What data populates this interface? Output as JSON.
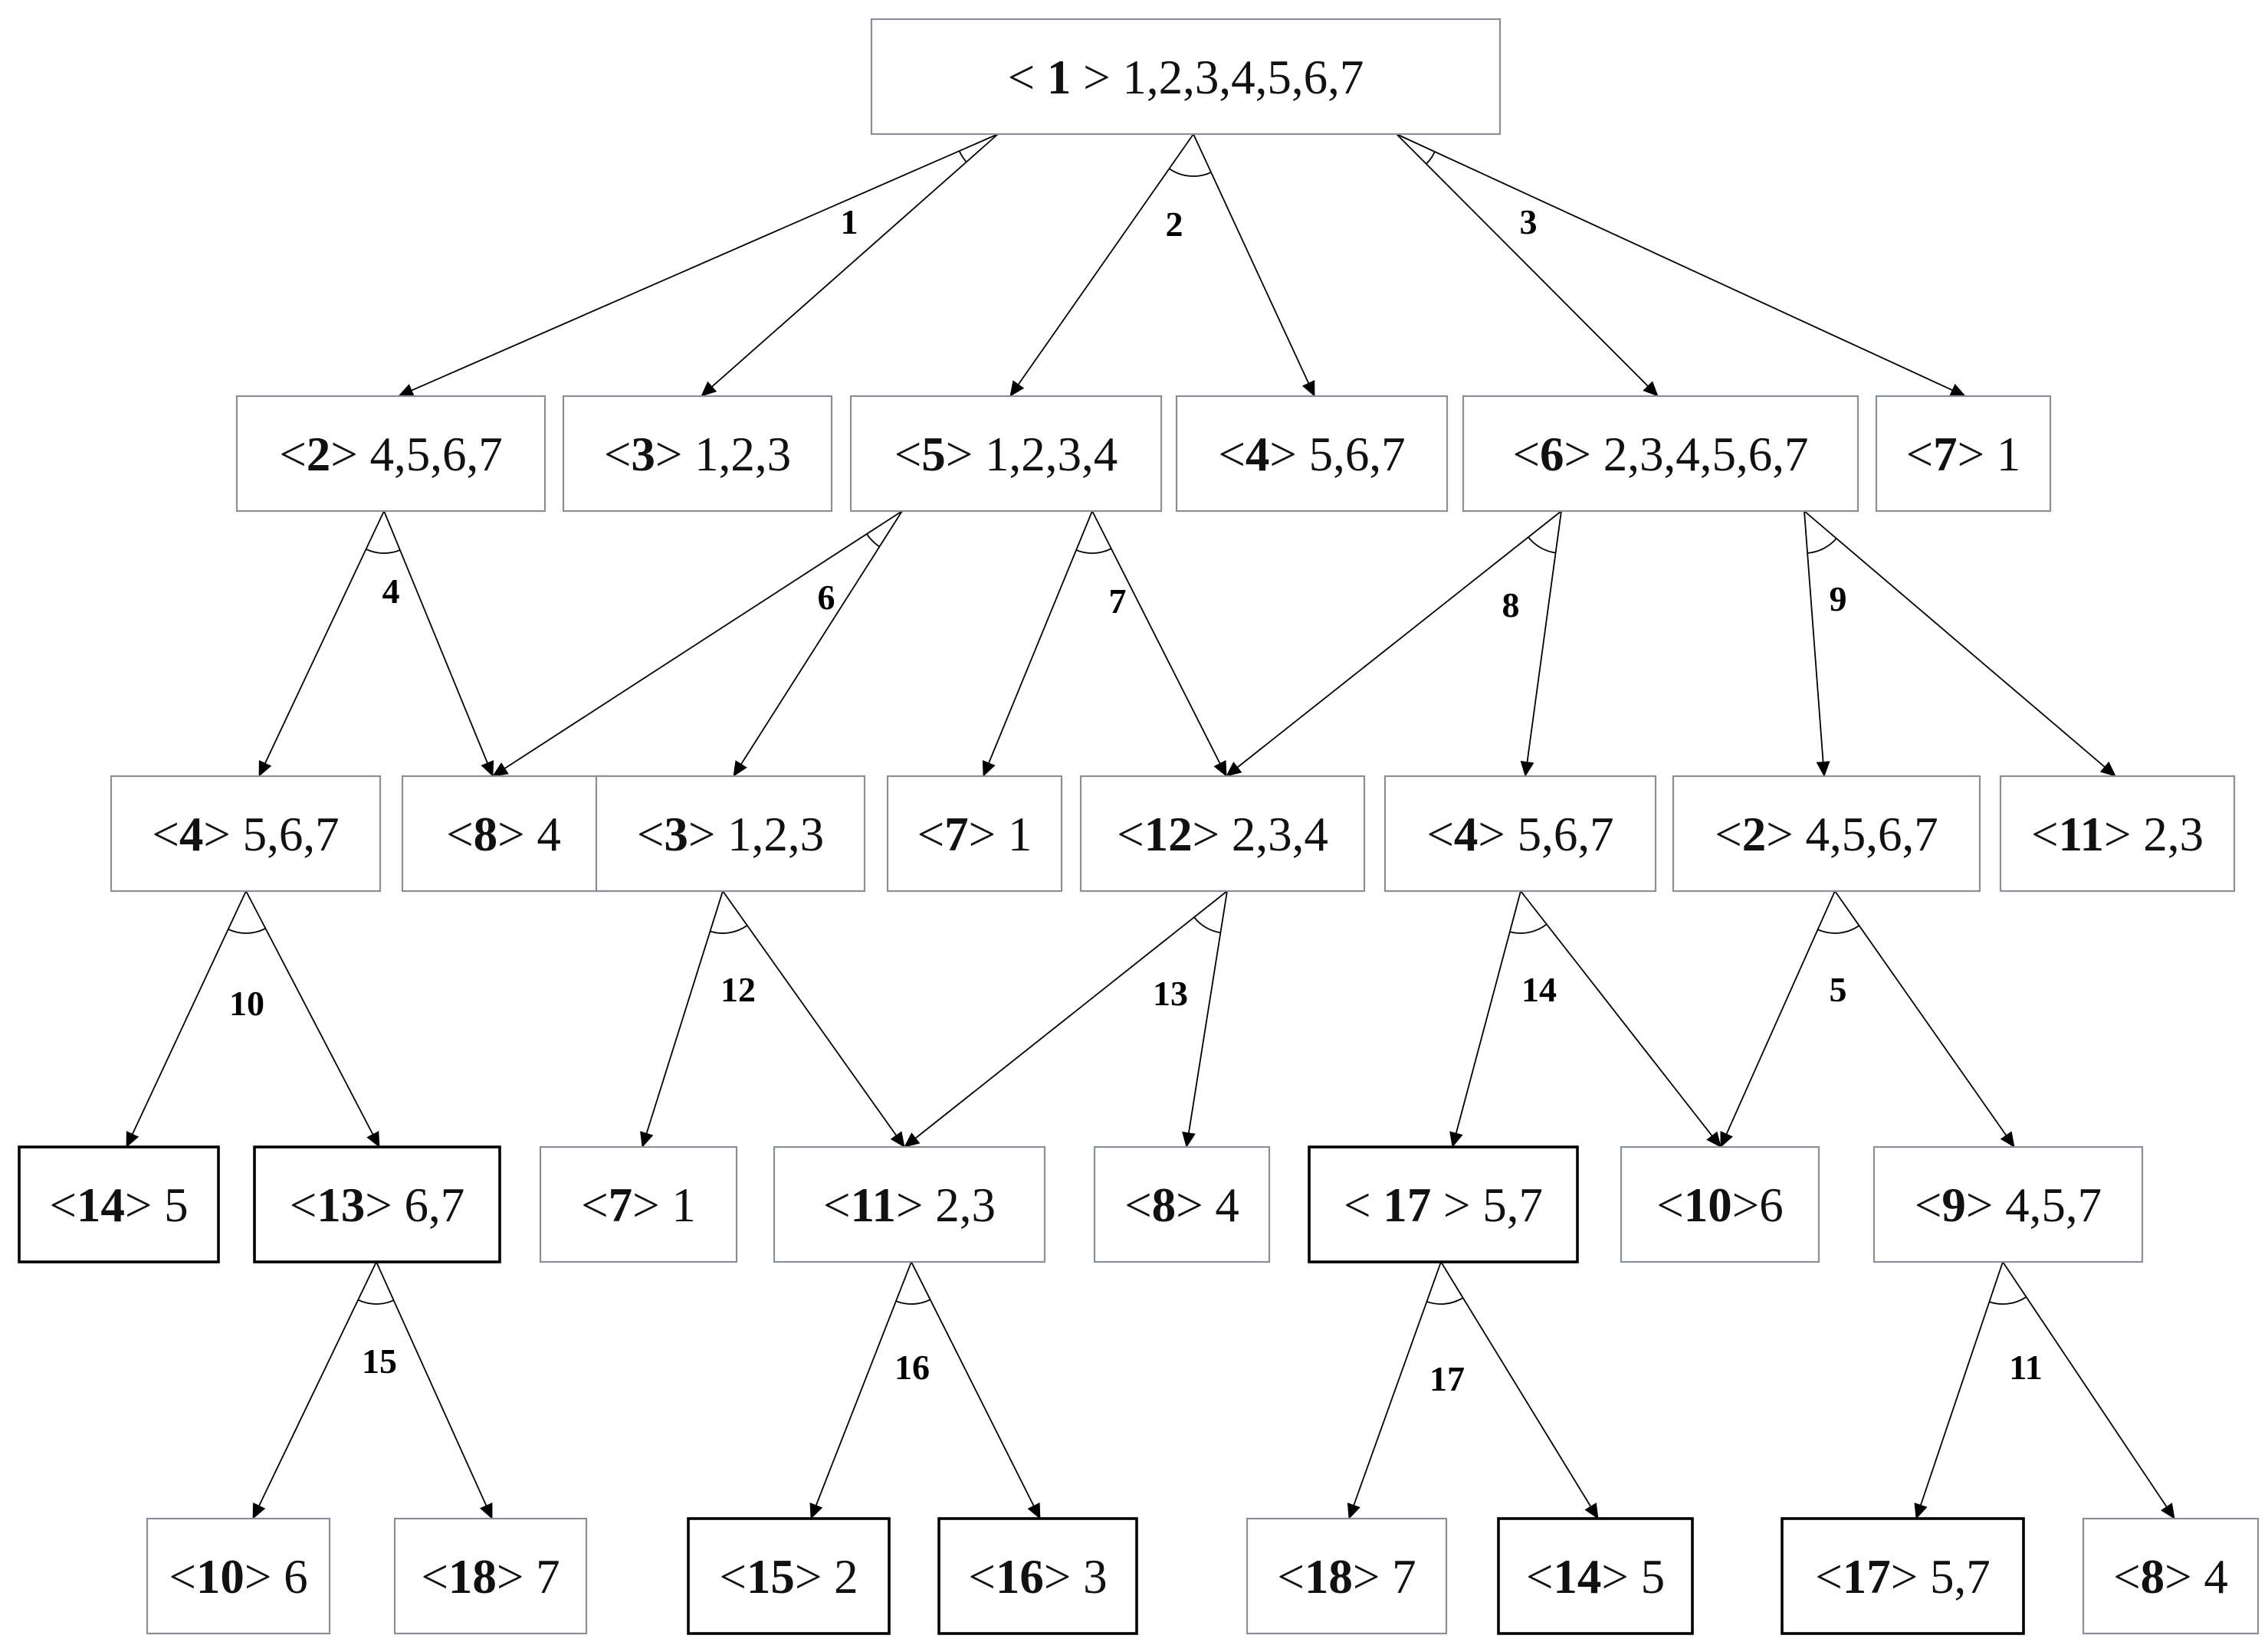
{
  "diagram": {
    "nodes": [
      {
        "key": "n1",
        "id": "1",
        "items": "1,2,3,4,5,6,7",
        "spaced": true,
        "terminal": false
      },
      {
        "key": "n2a",
        "id": "2",
        "items": "4,5,6,7",
        "terminal": false
      },
      {
        "key": "n3a",
        "id": "3",
        "items": "1,2,3",
        "terminal": false
      },
      {
        "key": "n5",
        "id": "5",
        "items": "1,2,3,4",
        "terminal": false
      },
      {
        "key": "n4a",
        "id": "4",
        "items": "5,6,7",
        "terminal": false
      },
      {
        "key": "n6",
        "id": "6",
        "items": "2,3,4,5,6,7",
        "terminal": false
      },
      {
        "key": "n7a",
        "id": "7",
        "items": "1",
        "terminal": false
      },
      {
        "key": "n4b",
        "id": "4",
        "items": "5,6,7",
        "terminal": false
      },
      {
        "key": "n8a",
        "id": "8",
        "items": "4",
        "terminal": false
      },
      {
        "key": "n3b",
        "id": "3",
        "items": "1,2,3",
        "terminal": false
      },
      {
        "key": "n7b",
        "id": "7",
        "items": "1",
        "terminal": false
      },
      {
        "key": "n12",
        "id": "12",
        "items": "2,3,4",
        "terminal": false
      },
      {
        "key": "n4c",
        "id": "4",
        "items": "5,6,7",
        "terminal": false
      },
      {
        "key": "n2b",
        "id": "2",
        "items": "4,5,6,7",
        "terminal": false
      },
      {
        "key": "n11a",
        "id": "11",
        "items": "2,3",
        "terminal": false
      },
      {
        "key": "n14a",
        "id": "14",
        "items": "5",
        "terminal": true
      },
      {
        "key": "n13",
        "id": "13",
        "items": "6,7",
        "terminal": true
      },
      {
        "key": "n7c",
        "id": "7",
        "items": "1",
        "terminal": false
      },
      {
        "key": "n11b",
        "id": "11",
        "items": "2,3",
        "terminal": false
      },
      {
        "key": "n8b",
        "id": "8",
        "items": "4",
        "terminal": false
      },
      {
        "key": "n17a",
        "id": "17",
        "items": "5,7",
        "spaced": true,
        "terminal": true
      },
      {
        "key": "n10a",
        "id": "10",
        "items": "6",
        "nogap": true,
        "terminal": false
      },
      {
        "key": "n9",
        "id": "9",
        "items": "4,5,7",
        "terminal": false
      },
      {
        "key": "n10b",
        "id": "10",
        "items": "6",
        "terminal": false
      },
      {
        "key": "n18a",
        "id": "18",
        "items": "7",
        "terminal": false
      },
      {
        "key": "n15",
        "id": "15",
        "items": "2",
        "terminal": true
      },
      {
        "key": "n16",
        "id": "16",
        "items": "3",
        "terminal": true
      },
      {
        "key": "n18b",
        "id": "18",
        "items": "7",
        "terminal": false
      },
      {
        "key": "n14b",
        "id": "14",
        "items": "5",
        "terminal": true
      },
      {
        "key": "n17b",
        "id": "17",
        "items": "5,7",
        "terminal": true
      },
      {
        "key": "n8c",
        "id": "8",
        "items": "4",
        "terminal": false
      }
    ],
    "operators": [
      {
        "label": "1",
        "from": "n1",
        "to": [
          "n2a",
          "n3a"
        ]
      },
      {
        "label": "2",
        "from": "n1",
        "to": [
          "n5",
          "n4a"
        ]
      },
      {
        "label": "3",
        "from": "n1",
        "to": [
          "n6",
          "n7a"
        ]
      },
      {
        "label": "4",
        "from": "n2a",
        "to": [
          "n4b",
          "n8a"
        ]
      },
      {
        "label": "6",
        "from": "n5",
        "to": [
          "n8a",
          "n3b"
        ]
      },
      {
        "label": "7",
        "from": "n5",
        "to": [
          "n7b",
          "n12"
        ]
      },
      {
        "label": "8",
        "from": "n6",
        "to": [
          "n12",
          "n4c"
        ]
      },
      {
        "label": "9",
        "from": "n6",
        "to": [
          "n2b",
          "n11a"
        ]
      },
      {
        "label": "10",
        "from": "n4b",
        "to": [
          "n14a",
          "n13"
        ]
      },
      {
        "label": "12",
        "from": "n3b",
        "to": [
          "n7c",
          "n11b"
        ]
      },
      {
        "label": "13",
        "from": "n12",
        "to": [
          "n11b",
          "n8b"
        ]
      },
      {
        "label": "14",
        "from": "n4c",
        "to": [
          "n17a",
          "n10a"
        ]
      },
      {
        "label": "5",
        "from": "n2b",
        "to": [
          "n10a",
          "n9"
        ]
      },
      {
        "label": "15",
        "from": "n13",
        "to": [
          "n10b",
          "n18a"
        ]
      },
      {
        "label": "16",
        "from": "n11b",
        "to": [
          "n15",
          "n16"
        ]
      },
      {
        "label": "17",
        "from": "n17a",
        "to": [
          "n18b",
          "n14b"
        ]
      },
      {
        "label": "11",
        "from": "n9",
        "to": [
          "n17b",
          "n8c"
        ]
      }
    ]
  }
}
